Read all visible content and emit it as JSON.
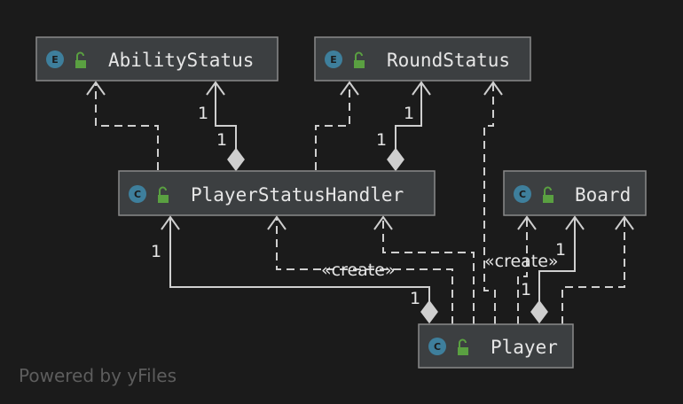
{
  "colors": {
    "background": "#1b1b1b",
    "node_fill": "#3c3f41",
    "node_border": "#8a8a8a",
    "edge": "#cfcfcf",
    "badge": "#3e7f9c",
    "lock": "#5aa041"
  },
  "nodes": {
    "ability_status": {
      "label": "AbilityStatus",
      "kind": "E",
      "icon": "unlocked-lock-icon"
    },
    "round_status": {
      "label": "RoundStatus",
      "kind": "E",
      "icon": "unlocked-lock-icon"
    },
    "player_status_handler": {
      "label": "PlayerStatusHandler",
      "kind": "C",
      "icon": "unlocked-lock-icon"
    },
    "board": {
      "label": "Board",
      "kind": "C",
      "icon": "unlocked-lock-icon"
    },
    "player": {
      "label": "Player",
      "kind": "C",
      "icon": "unlocked-lock-icon"
    }
  },
  "edges": {
    "psh_ability_mult_target": "1",
    "psh_ability_mult_source": "1",
    "psh_round_mult_target": "1",
    "psh_round_mult_source": "1",
    "player_psh_mult_target": "1",
    "player_psh_mult_source": "1",
    "player_board_mult_target": "1",
    "player_board_mult_source": "1",
    "create_label_1": "«create»",
    "create_label_2": "«create»"
  },
  "watermark": "Powered by yFiles"
}
